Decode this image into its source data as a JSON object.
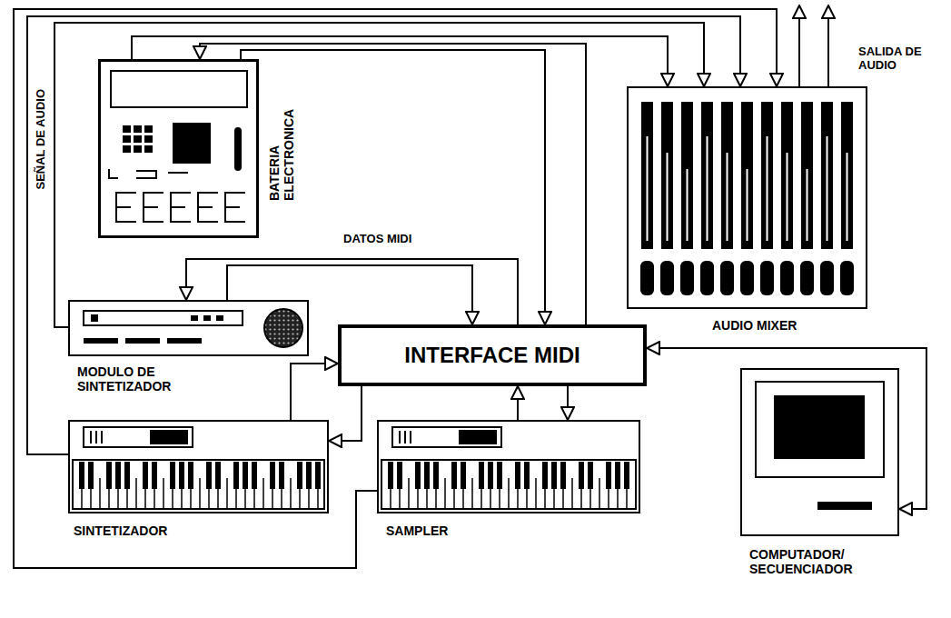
{
  "diagram": {
    "nodes": [
      {
        "text": [
          "BATERIA ELECTRONICA"
        ]
      },
      {
        "text": [
          "AUDIO MIXER"
        ]
      },
      {
        "text": [
          "MODULO DE SINTETIZADOR"
        ]
      },
      {
        "text": [
          "INTERFACE MIDI"
        ]
      },
      {
        "text": [
          "SINTETIZADOR"
        ]
      },
      {
        "text": [
          "SAMPLER"
        ]
      },
      {
        "text": [
          "COMPUTADOR/ SECUENCIADOR"
        ]
      }
    ],
    "edges": [
      {
        "from": 0,
        "to": 1,
        "arrow": "to"
      },
      {
        "from": 2,
        "to": 1,
        "arrow": "to"
      },
      {
        "from": 4,
        "to": 1,
        "arrow": "to"
      },
      {
        "from": 5,
        "to": 1,
        "arrow": "to"
      },
      {
        "from": 0,
        "to": 3,
        "arrow": "to"
      },
      {
        "from": 3,
        "to": 0,
        "arrow": "to"
      },
      {
        "from": 3,
        "to": 2,
        "arrow": "to"
      },
      {
        "from": 2,
        "to": 3,
        "arrow": "to"
      },
      {
        "from": 4,
        "to": 3,
        "arrow": "to"
      },
      {
        "from": 3,
        "to": 4,
        "arrow": "to"
      },
      {
        "from": 5,
        "to": 3,
        "arrow": "to"
      },
      {
        "from": 3,
        "to": 5,
        "arrow": "to"
      },
      {
        "from": 6,
        "to": 3,
        "arrow": "both"
      }
    ],
    "labels": [
      "SEÑAL DE AUDIO",
      "DATOS MIDI",
      "SALIDA DE AUDIO"
    ]
  }
}
